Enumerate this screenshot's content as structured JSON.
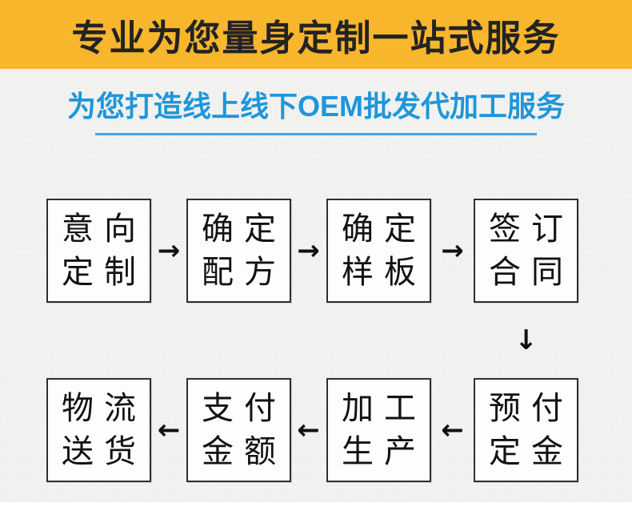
{
  "banner": {
    "title": "专业为您量身定制一站式服务"
  },
  "subtitle": {
    "title": "为您打造线上线下OEM批发代加工服务"
  },
  "icons": {
    "arrow_right": "→",
    "arrow_left": "←",
    "arrow_down": "↓"
  },
  "colors": {
    "banner_bg": "#F8B62D",
    "banner_text": "#232323",
    "subtitle_blue": "#1E96DB",
    "underline_blue": "#4BA4DC",
    "box_border": "#2F2F2F",
    "box_bg": "#FDFDFC",
    "box_text": "#121212",
    "arrow_color": "#111111",
    "page_bg": "#F2F2F0"
  },
  "flow": {
    "row1": [
      {
        "line1": "意向",
        "line2": "定制"
      },
      {
        "line1": "确定",
        "line2": "配方"
      },
      {
        "line1": "确定",
        "line2": "样板"
      },
      {
        "line1": "签订",
        "line2": "合同"
      }
    ],
    "row2": [
      {
        "line1": "物流",
        "line2": "送货"
      },
      {
        "line1": "支付",
        "line2": "金额"
      },
      {
        "line1": "加工",
        "line2": "生产"
      },
      {
        "line1": "预付",
        "line2": "定金"
      }
    ]
  }
}
